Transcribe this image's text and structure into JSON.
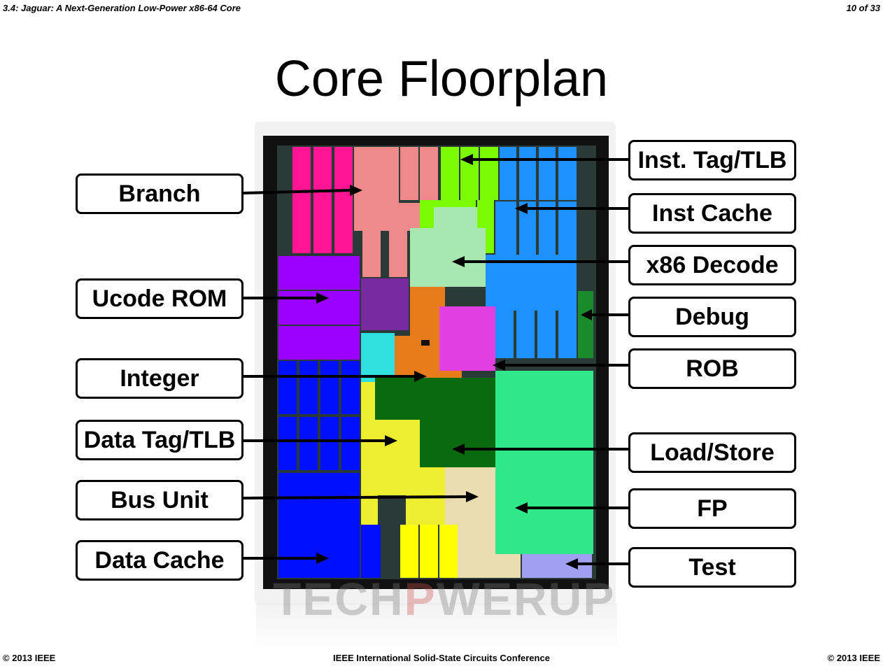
{
  "header": {
    "left": "3.4: Jaguar: A Next-Generation Low-Power x86-64 Core",
    "right": "10 of 33"
  },
  "title": "Core Floorplan",
  "footer": {
    "left": "© 2013 IEEE",
    "center": "IEEE International Solid-State Circuits Conference",
    "right": "© 2013 IEEE"
  },
  "watermark": {
    "part1": "TECH",
    "part2": "P",
    "part3": "WERUP"
  },
  "colors": {
    "die_border": "#111111",
    "branch": "#ff1493",
    "ucode_rom": "#9b00ff",
    "data_cache": "#0010ff",
    "inst_cache": "#1e90ff",
    "inst_tag": "#7cfc00",
    "decode": "#a8e8b0",
    "integer": "#e87c1a",
    "rob": "#e040e0",
    "load_store": "#0a6a10",
    "fp": "#2ee88a",
    "data_tag": "#eeee30",
    "bus_unit": "#e8dcb0",
    "test": "#a0a0f0",
    "debug": "#1a8a2a",
    "pink_misc": "#f08a8a",
    "cyan_misc": "#30e0e0",
    "purple_misc": "#7a2aa0",
    "yellow_misc": "#ffff00"
  },
  "labels_left": [
    {
      "id": "branch",
      "text": "Branch"
    },
    {
      "id": "ucode-rom",
      "text": "Ucode ROM"
    },
    {
      "id": "integer",
      "text": "Integer"
    },
    {
      "id": "data-tag-tlb",
      "text": "Data Tag/TLB"
    },
    {
      "id": "bus-unit",
      "text": "Bus Unit"
    },
    {
      "id": "data-cache",
      "text": "Data Cache"
    }
  ],
  "labels_right": [
    {
      "id": "inst-tag-tlb",
      "text": "Inst. Tag/TLB"
    },
    {
      "id": "inst-cache",
      "text": "Inst Cache"
    },
    {
      "id": "x86-decode",
      "text": "x86 Decode"
    },
    {
      "id": "debug",
      "text": "Debug"
    },
    {
      "id": "rob",
      "text": "ROB"
    },
    {
      "id": "load-store",
      "text": "Load/Store"
    },
    {
      "id": "fp",
      "text": "FP"
    },
    {
      "id": "test",
      "text": "Test"
    }
  ]
}
